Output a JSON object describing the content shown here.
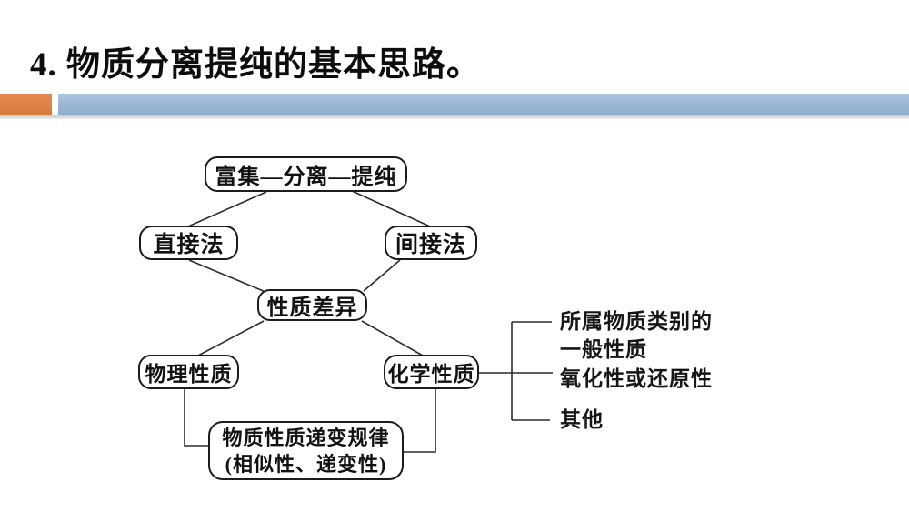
{
  "slide": {
    "title": "4. 物质分离提纯的基本思路。"
  },
  "theme": {
    "accent_orange": "#DE8347",
    "accent_blue": "#9AB7D5",
    "shadow_gray": "#C6C9CC",
    "line_color": "#2B2B2B",
    "node_border": "#1C1C1C"
  },
  "diagram": {
    "nodes": {
      "enrich": "富集—分离—提纯",
      "direct": "直接法",
      "indirect": "间接法",
      "property_diff": "性质差异",
      "physical": "物理性质",
      "chemical": "化学性质",
      "law": "物质性质递变规律\n(相似性、递变性)"
    },
    "branch_items": [
      "所属物质类别的\n一般性质",
      "氧化性或还原性",
      "其他"
    ]
  }
}
